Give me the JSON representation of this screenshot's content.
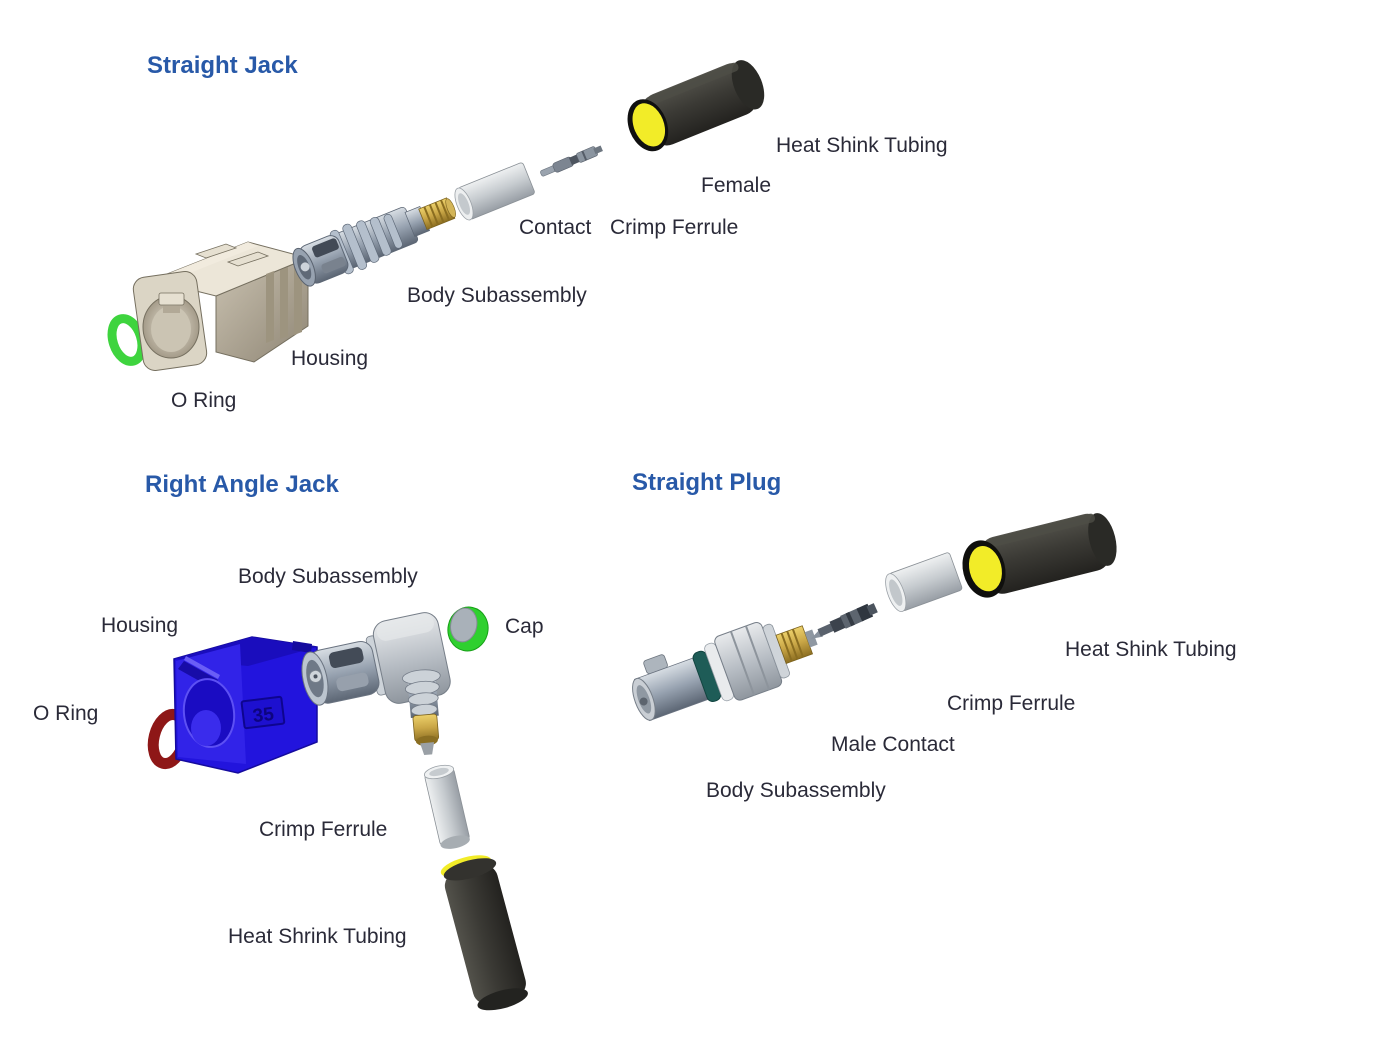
{
  "palette": {
    "background": "#ffffff",
    "title_color": "#2859a8",
    "label_color": "#2a2a38",
    "o_ring_green": "#3ed43e",
    "o_ring_red": "#8e1717",
    "cap_green": "#2fd02f",
    "tubing_yellow": "#f2ec28",
    "housing_blue": "#2214dd",
    "housing_beige": "#d9d3c3",
    "metal_gray": "#9aa7b8",
    "brass_gold": "#c9a646",
    "ferrule_gray": "#c6cbcf",
    "tube_black": "#3a3935",
    "teal_band": "#1e5c57"
  },
  "sections": {
    "straight_jack": {
      "title": "Straight Jack",
      "labels": {
        "heat_shrink": "Heat Shink Tubing",
        "female": "Female",
        "contact": "Contact",
        "crimp_ferrule": "Crimp Ferrule",
        "body": "Body Subassembly",
        "housing": "Housing",
        "o_ring": "O Ring"
      }
    },
    "right_angle_jack": {
      "title": "Right Angle Jack",
      "housing_marking": "35",
      "labels": {
        "body": "Body Subassembly",
        "housing": "Housing",
        "cap": "Cap",
        "o_ring": "O Ring",
        "crimp_ferrule": "Crimp Ferrule",
        "heat_shrink": "Heat Shrink Tubing"
      }
    },
    "straight_plug": {
      "title": "Straight Plug",
      "labels": {
        "heat_shrink": "Heat Shink Tubing",
        "crimp_ferrule": "Crimp Ferrule",
        "male_contact": "Male Contact",
        "body": "Body Subassembly"
      }
    }
  }
}
